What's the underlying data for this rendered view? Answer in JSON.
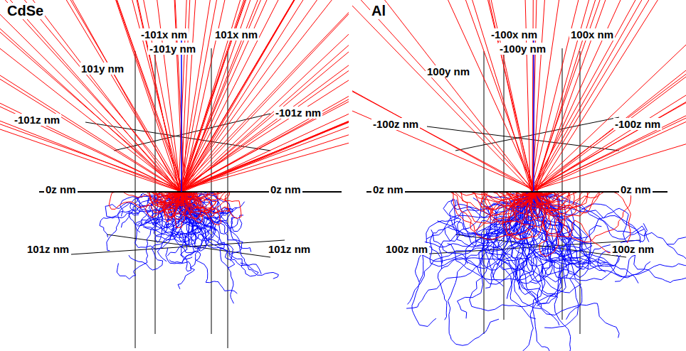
{
  "diagram": {
    "labels": [
      "CdSe",
      "Al",
      "101y nm",
      "-101x nm",
      "-101y nm",
      "101x nm",
      "-101z nm",
      "-101z nm",
      "0z nm",
      "0z nm",
      "101z nm",
      "101z nm",
      "100y nm",
      "-100x nm",
      "-100y nm",
      "100x nm",
      "-100z nm",
      "-100z nm",
      "0z nm",
      "0z nm",
      "100z nm",
      "100z nm"
    ]
  }
}
